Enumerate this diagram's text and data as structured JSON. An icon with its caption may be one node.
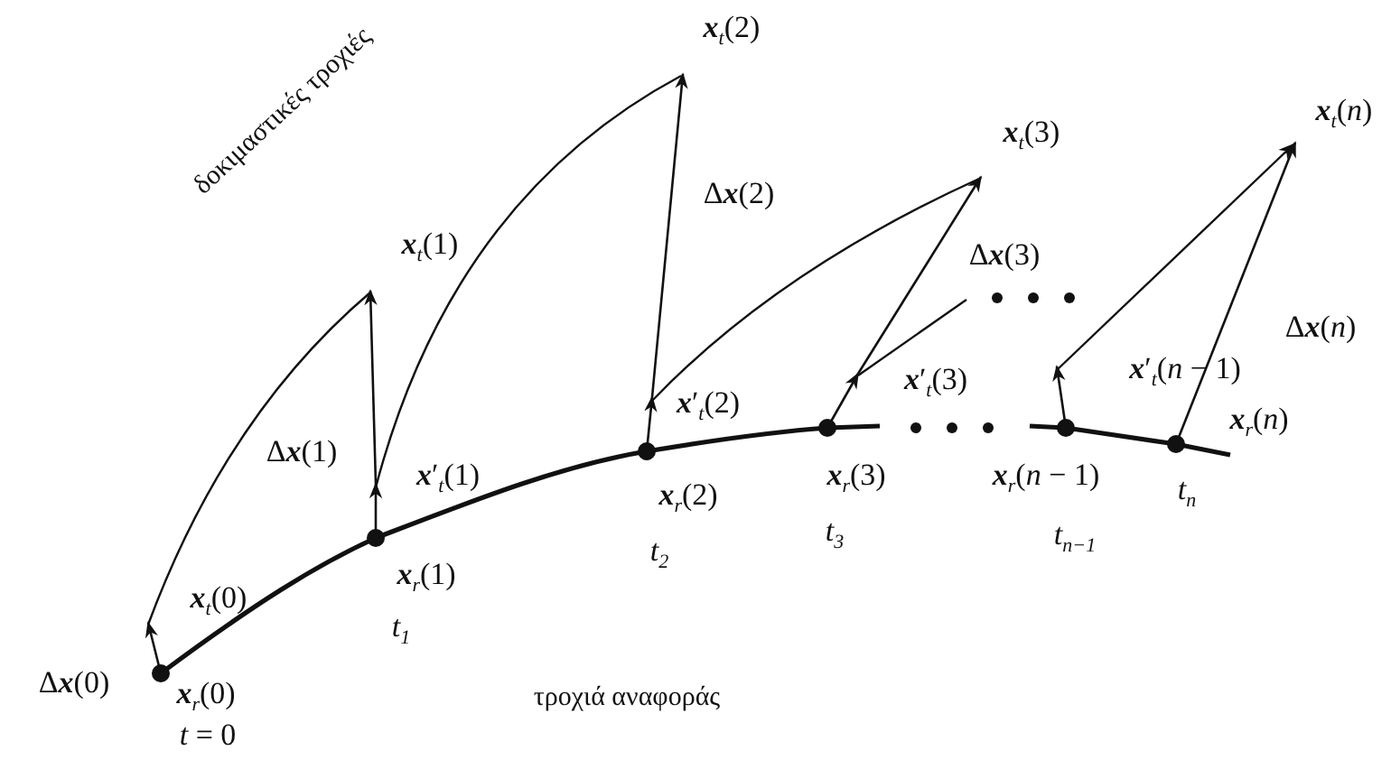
{
  "diagram": {
    "labels": [
      "**x**$_{t}$(2)",
      "**x**$_{t}$(*n*)",
      "δοκιμαστικές τροχιές",
      "**x**$_{t}$(3)",
      "**x**$_{t}$(1)",
      "Δ**x**(2)",
      "Δ**x**(3)",
      "Δ**x**(*n*)",
      "**x**′$_{t}$(2)",
      "**x**′$_{t}$(3)",
      "**x**′$_{t}$(*n* − 1)",
      "Δ**x**(1)",
      "**x**′$_{t}$(1)",
      "**x**$_{r}$(*n*)",
      "**x**$_{r}$(2)",
      "**x**$_{r}$(3)",
      "**x**$_{r}$(*n* − 1)",
      "*t*$_{n}$",
      "*t*$_{2}$",
      "*t*$_{3}$",
      "*t*$_{n−1}$",
      "**x**$_{r}$(1)",
      "**x**$_{t}$(0)",
      "*t*$_{1}$",
      "Δ**x**(0)",
      "**x**$_{r}$(0)",
      "τροχιά αναφοράς",
      "*t* = 0"
    ]
  }
}
